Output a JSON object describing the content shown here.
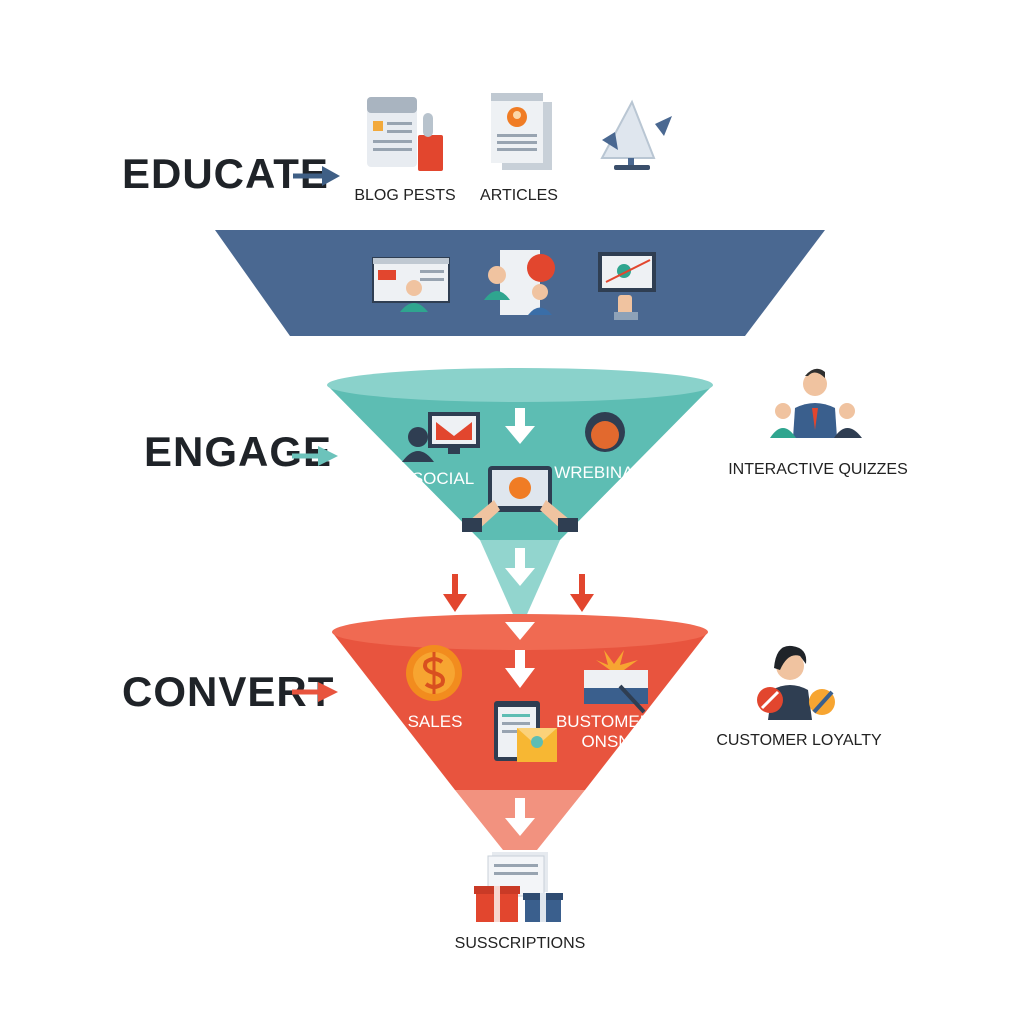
{
  "stages": {
    "educate": {
      "label": "EDUCATE",
      "items": [
        "BLOG PESTS",
        "ARTICLES"
      ]
    },
    "engage": {
      "label": "ENGAGE",
      "items": [
        "SOCIAL",
        "WREBINAR"
      ],
      "side_label": "INTERACTIVE QUIZZES"
    },
    "convert": {
      "label": "CONVERT",
      "items": [
        "SALES",
        "BUSTOMER",
        "ONSN"
      ],
      "side_label": "CUSTOMER LOYALTY"
    }
  },
  "output": {
    "label": "SUSSCRIPTIONS"
  },
  "colors": {
    "educate": "#4a6891",
    "engage": "#5dbdb3",
    "engage_light": "#92d5ce",
    "convert": "#e8543e",
    "convert_light": "#f2927f"
  }
}
